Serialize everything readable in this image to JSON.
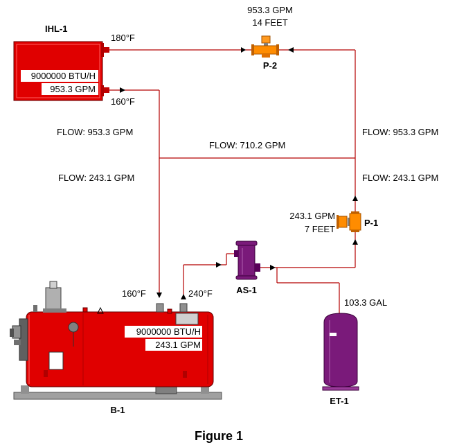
{
  "figure_title": "Figure 1",
  "heater": {
    "tag": "IHL-1",
    "btu": "9000000 BTU/H",
    "flow": "953.3 GPM",
    "supply_temp": "180°F",
    "return_temp": "160°F"
  },
  "pump_p2": {
    "tag": "P-2",
    "flow": "953.3 GPM",
    "head": "14 FEET"
  },
  "pump_p1": {
    "tag": "P-1",
    "flow": "243.1 GPM",
    "head": "7 FEET"
  },
  "air_separator": {
    "tag": "AS-1"
  },
  "expansion_tank": {
    "tag": "ET-1",
    "volume": "103.3 GAL"
  },
  "boiler": {
    "tag": "B-1",
    "btu": "9000000 BTU/H",
    "flow": "243.1 GPM",
    "inlet_temp": "160°F",
    "outlet_temp": "240°F"
  },
  "flows": {
    "left_upper": "FLOW: 953.3 GPM",
    "left_lower": "FLOW: 243.1 GPM",
    "bridge": "FLOW: 710.2 GPM",
    "right_upper": "FLOW: 953.3 GPM",
    "right_lower": "FLOW: 243.1 GPM"
  },
  "colors": {
    "pipe": "#b40000",
    "equipment_red": "#e00000",
    "equipment_purple": "#7a1a7a",
    "pump_orange": "#ff8c00"
  }
}
